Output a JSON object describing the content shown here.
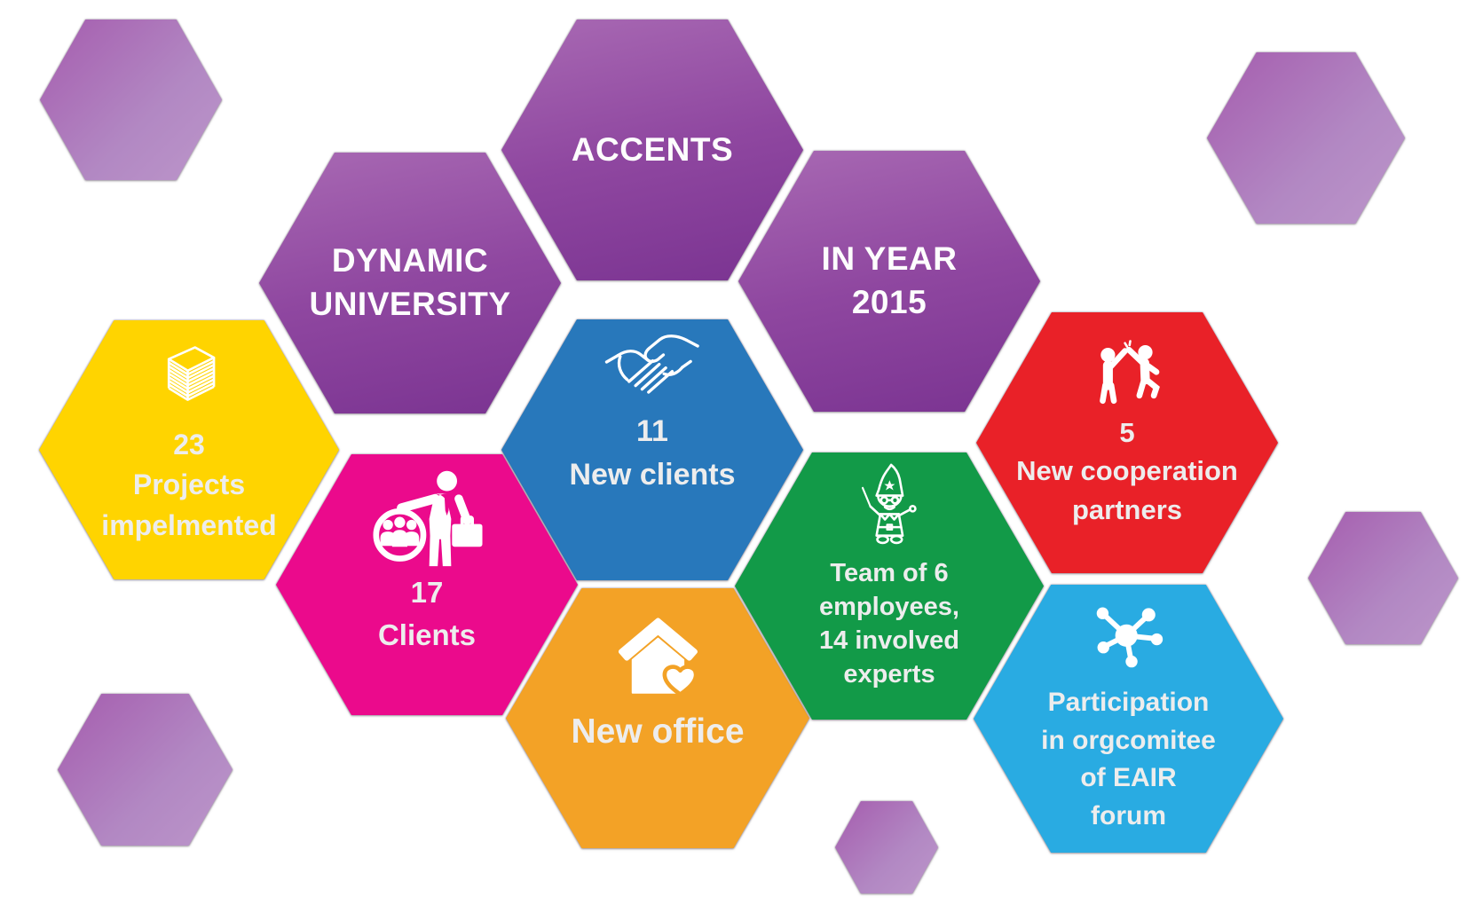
{
  "slide_title": "DYNAMIC UNIVERSITY ACCENTS IN YEAR 2015",
  "palette": {
    "purple_gradient_start": "#a869b3",
    "purple_gradient_end": "#7a3391",
    "deco_gradient_start": "#a55cae",
    "deco_gradient_end": "#bc96ca",
    "text_light": "#ededed",
    "background": "#ffffff"
  },
  "hexes": {
    "accents": {
      "lines": [
        "ACCENTS"
      ]
    },
    "dynamic": {
      "lines": [
        "DYNAMIC",
        "UNIVERSITY"
      ]
    },
    "inyear": {
      "lines": [
        "IN YEAR",
        "2015"
      ]
    },
    "projects": {
      "color": "#ffd400",
      "icon": "documents-stack-icon",
      "value": "23",
      "lines": [
        "Projects",
        "impelmented"
      ]
    },
    "newclients": {
      "color": "#2878bb",
      "icon": "handshake-icon",
      "value": "11",
      "lines": [
        "New clients"
      ]
    },
    "clients": {
      "color": "#eb0a8c",
      "icon": "businessman-clients-icon",
      "value": "17",
      "lines": [
        "Clients"
      ]
    },
    "office": {
      "color": "#f3a226",
      "icon": "house-heart-icon",
      "lines": [
        "New office"
      ]
    },
    "team": {
      "color": "#129a48",
      "icon": "gnome-icon",
      "lines": [
        "Team of 6",
        "employees,",
        "14 involved",
        "experts"
      ]
    },
    "partners": {
      "color": "#e92128",
      "icon": "high-five-icon",
      "value": "5",
      "lines": [
        "New cooperation",
        "partners"
      ]
    },
    "eair": {
      "color": "#29abe2",
      "icon": "network-icon",
      "lines": [
        "Participation",
        "in orgcomitee",
        "of EAIR",
        "forum"
      ]
    }
  },
  "decorative_hexagons": {
    "count": 5,
    "positions": [
      "top-left",
      "top-right",
      "middle-right",
      "bottom-left",
      "bottom-center"
    ]
  }
}
